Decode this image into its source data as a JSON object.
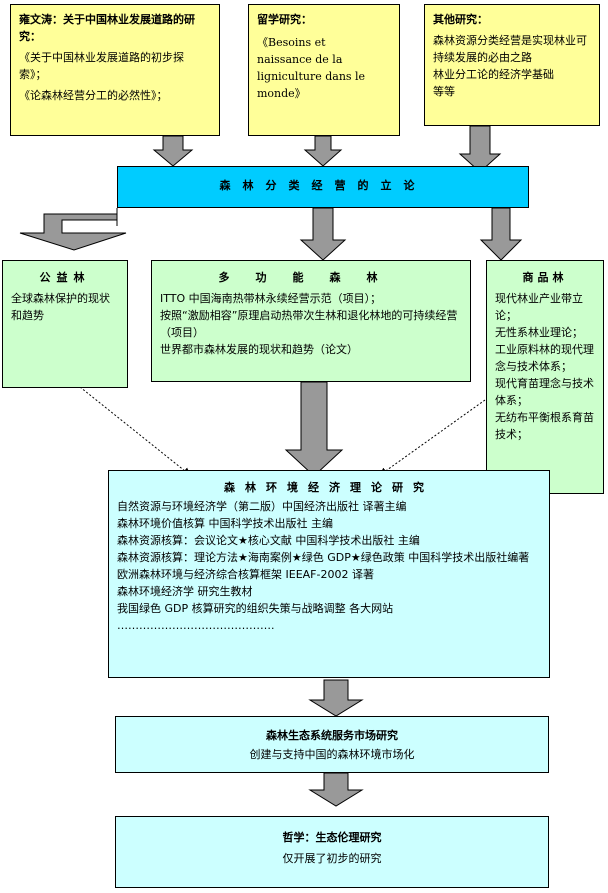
{
  "top_boxes": {
    "left": {
      "title": "雍文涛：关于中国林业发展道路的研究：",
      "lines": [
        "《关于中国林业发展道路的初步探索》；",
        "《论森林经营分工的必然性》；"
      ]
    },
    "middle": {
      "title": "留学研究：",
      "lines": [
        "《Besoins et",
        "naissance de la",
        "ligniculture dans le",
        "monde》"
      ]
    },
    "right": {
      "title": "其他研究：",
      "lines": [
        "森林资源分类经营是实现林业可持续发展的必由之路",
        "林业分工论的经济学基础",
        "等等"
      ]
    }
  },
  "classification_bar": {
    "title": "森林分类经营的立论"
  },
  "mid_boxes": {
    "public_forest": {
      "title": "公益林",
      "lines": [
        "全球森林保护的现状和趋势"
      ]
    },
    "multi_function_forest": {
      "title": "多功能森林",
      "lines": [
        "ITTO 中国海南热带林永续经营示范（项目）；",
        "按照“激励相容”原理启动热带次生林和退化林地的可持续经营（项目）",
        "世界都市森林发展的现状和趋势（论文）"
      ]
    },
    "commercial_forest": {
      "title": "商品林",
      "lines": [
        "现代林业产业带立论；",
        "无性系林业理论；",
        "工业原料林的现代理念与技术体系；",
        "现代育苗理念与技术体系；",
        "无纺布平衡根系育苗技术；"
      ]
    }
  },
  "environment_economics": {
    "title": "森林环境经济理论研究",
    "lines": [
      "自然资源与环境经济学（第二版）中国经济出版社 译著主编",
      "森林环境价值核算 中国科学技术出版社 主编",
      "森林资源核算：会议论文★核心文献 中国科学技术出版社 主编",
      "森林资源核算：理论方法★海南案例★绿色 GDP★绿色政策 中国科学技术出版社编著",
      "欧洲森林环境与经济综合核算框架 IEEAF-2002 译著",
      "森林环境经济学 研究生教材",
      "我国绿色 GDP 核算研究的组织失策与战略调整 各大网站",
      "……………………………………."
    ]
  },
  "ecosystem_market": {
    "title": "森林生态系统服务市场研究",
    "line": "创建与支持中国的森林环境市场化"
  },
  "philosophy": {
    "title": "哲学：生态伦理研究",
    "line": "仅开展了初步的研究"
  },
  "colors": {
    "yellow": "#ffff99",
    "blue": "#00ccff",
    "green": "#ccffcc",
    "cyan": "#ccffff",
    "arrow": "#999999"
  }
}
